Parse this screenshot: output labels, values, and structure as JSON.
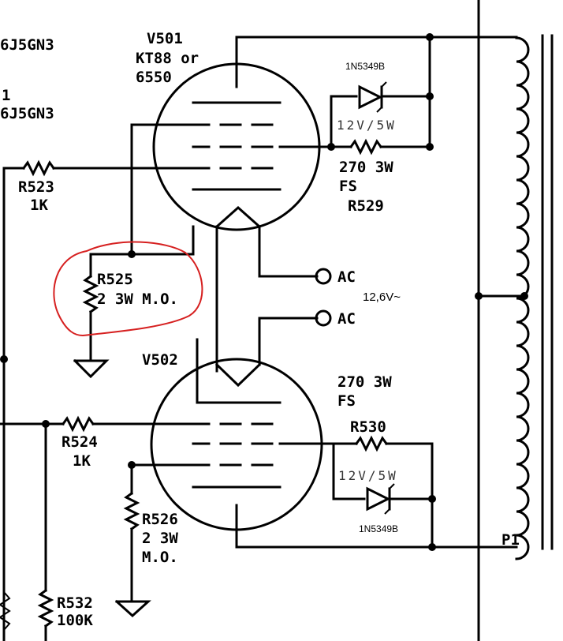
{
  "labels": {
    "top_left_1": "6J5GN3",
    "top_left_2": "1",
    "top_left_3": "6J5GN3",
    "v501": "V501",
    "v501_type": "KT88 or",
    "v501_type2": "6550",
    "v502": "V502",
    "r523": "R523",
    "r523_val": "1K",
    "r524": "R524",
    "r524_val": "1K",
    "r525": "R525",
    "r525_val": "2 3W M.O.",
    "r526": "R526",
    "r526_val1": "2 3W",
    "r526_val2": "M.O.",
    "r529": "R529",
    "r529_val": "270 3W",
    "r529_fs": "FS",
    "r530": "R530",
    "r530_val": "270 3W",
    "r530_fs": "FS",
    "r532": "R532",
    "r532_val": "100K",
    "zener_top": "1N5349B",
    "zener_bottom": "1N5349B",
    "zener_rating_top": "12V/5W",
    "zener_rating_bottom": "12V/5W",
    "ac_top": "AC",
    "ac_bottom": "AC",
    "heater_voltage": "12,6V~",
    "p1": "P1"
  }
}
